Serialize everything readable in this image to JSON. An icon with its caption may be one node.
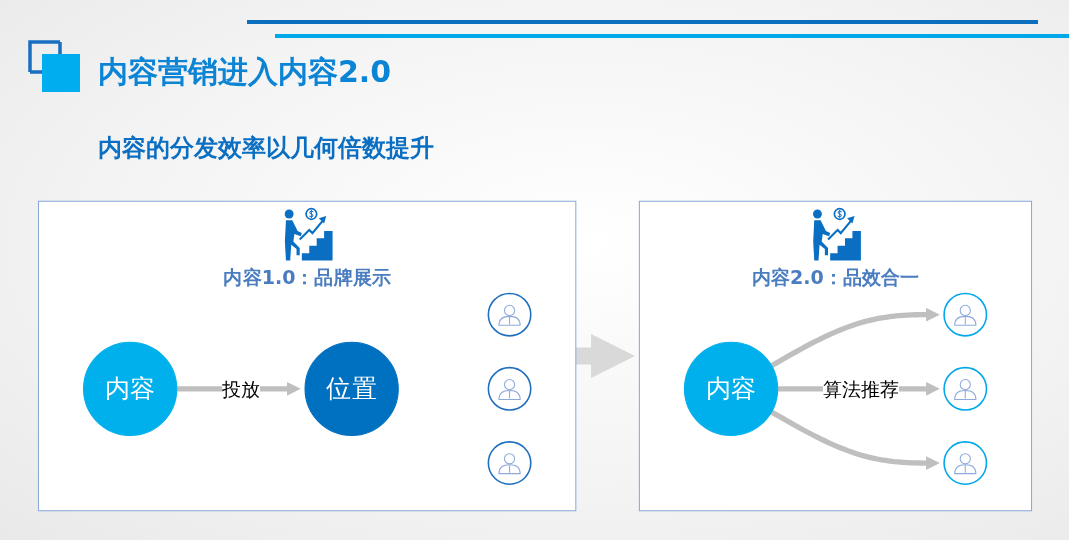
{
  "diagram": {
    "title": "内容营销进入内容2.0",
    "nodes": [
      {
        "text": [
          "内容1.0：品牌展示"
        ]
      },
      {
        "text": [
          "内容"
        ],
        "in": 0
      },
      {
        "text": [
          "位置"
        ],
        "in": 0
      },
      {
        "text": [],
        "shape": "person",
        "in": 0
      },
      {
        "text": [],
        "shape": "person",
        "in": 0
      },
      {
        "text": [],
        "shape": "person",
        "in": 0
      },
      {
        "text": [
          "内容2.0：品效合一"
        ]
      },
      {
        "text": [
          "内容"
        ],
        "in": 6
      },
      {
        "text": [],
        "shape": "person",
        "in": 6
      },
      {
        "text": [],
        "shape": "person",
        "in": 6
      },
      {
        "text": [],
        "shape": "person",
        "in": 6
      }
    ],
    "edges": [
      {
        "from": 1,
        "to": 2,
        "arrow": "to",
        "label": "投放"
      },
      {
        "from": 0,
        "to": 6,
        "arrow": "to",
        "style": "thick",
        "color": "#d9d9d9"
      },
      {
        "from": 7,
        "to": 8,
        "arrow": "to"
      },
      {
        "from": 7,
        "to": 9,
        "arrow": "to",
        "label": "算法推荐"
      },
      {
        "from": 7,
        "to": 10,
        "arrow": "to"
      }
    ],
    "labels": [
      "内容的分发效率以几何倍数提升"
    ]
  }
}
